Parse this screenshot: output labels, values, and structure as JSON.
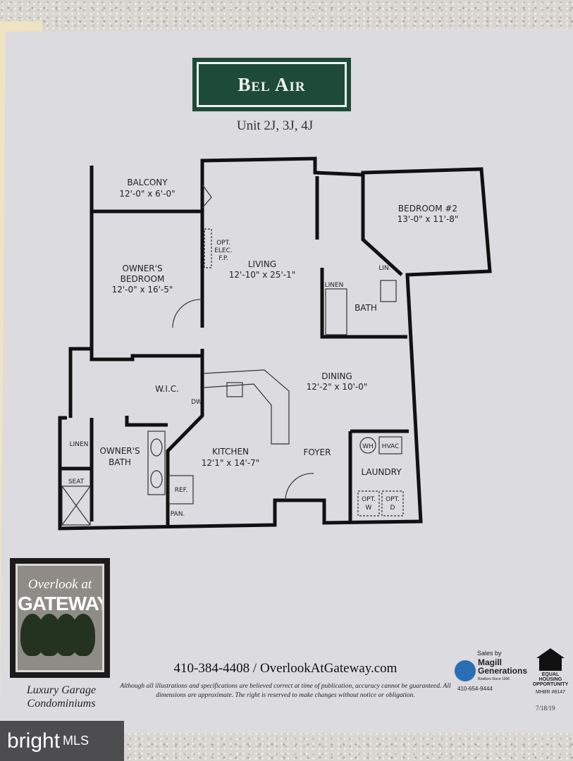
{
  "header": {
    "title": "Bel Air",
    "units": "Unit 2J, 3J, 4J"
  },
  "rooms": {
    "balcony": {
      "name": "BALCONY",
      "dims": "12'-0\" x 6'-0\""
    },
    "owners_bedroom": {
      "name1": "OWNER'S",
      "name2": "BEDROOM",
      "dims": "12'-0\" x 16'-5\""
    },
    "living": {
      "name": "LIVING",
      "dims": "12'-10\" x 25'-1\""
    },
    "fireplace": {
      "l1": "OPT.",
      "l2": "ELEC.",
      "l3": "F.P."
    },
    "bedroom2": {
      "name": "BEDROOM #2",
      "dims": "13'-0\" x 11'-8\""
    },
    "bath": "BATH",
    "linen": "LINEN",
    "lin": "LIN.",
    "dining": {
      "name": "DINING",
      "dims": "12'-2\" x 10'-0\""
    },
    "wic": "W.I.C.",
    "dw": "DW",
    "kitchen": {
      "name": "KITCHEN",
      "dims": "12'1\" x 14'-7\""
    },
    "foyer": "FOYER",
    "wh": "WH",
    "hvac": "HVAC",
    "laundry": "LAUNDRY",
    "opt_w": {
      "l1": "OPT.",
      "l2": "W"
    },
    "opt_d": {
      "l1": "OPT.",
      "l2": "D"
    },
    "owners_linen": "LINEN",
    "owners_bath": {
      "name1": "OWNER'S",
      "name2": "BATH"
    },
    "seat": "SEAT",
    "ref": "REF.",
    "pan": "PAN."
  },
  "footer": {
    "logo_line1": "Overlook at",
    "logo_line2": "GATEWAY",
    "tagline1": "Luxury Garage",
    "tagline2": "Condominiums",
    "contact": "410-384-4408 / OverlookAtGateway.com",
    "disclaimer": "Although all illustrations and specifications are believed correct at time of publication, accuracy cannot be guaranteed. All dimensions are approximate. The right is reserved to make changes without notice or obligation.",
    "sales_by": "Sales by",
    "sales_company1": "Magill",
    "sales_company2": "Generations",
    "sales_sub": "Realtors Since 1996",
    "sales_phone": "410-654-9444",
    "eho": "EQUAL HOUSING OPPORTUNITY",
    "mhbr": "MHBR #8147",
    "date": "7/18/19"
  },
  "watermark": {
    "brand": "bright",
    "suffix": "MLS"
  },
  "colors": {
    "title_bg": "#1d4b37",
    "paper": "#dcdbdf",
    "wall": "#111111"
  }
}
